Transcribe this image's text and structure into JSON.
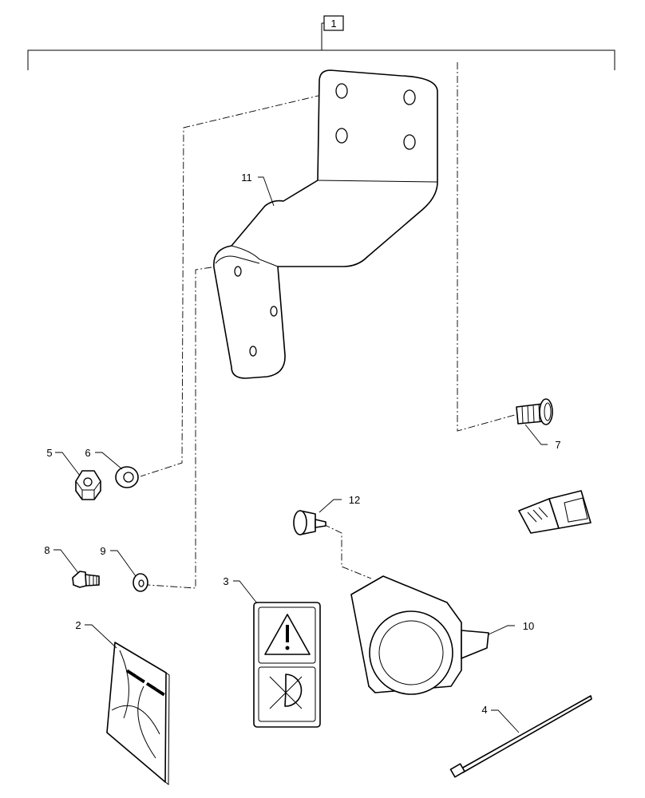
{
  "diagram": {
    "assembly_callout": "1",
    "callouts": {
      "manual": "2",
      "decal": "3",
      "cable_tie": "4",
      "nut": "5",
      "washer_large": "6",
      "carriage_bolt": "7",
      "bolt_small": "8",
      "washer_small": "9",
      "alarm": "10",
      "bracket": "11",
      "plug": "12"
    }
  }
}
